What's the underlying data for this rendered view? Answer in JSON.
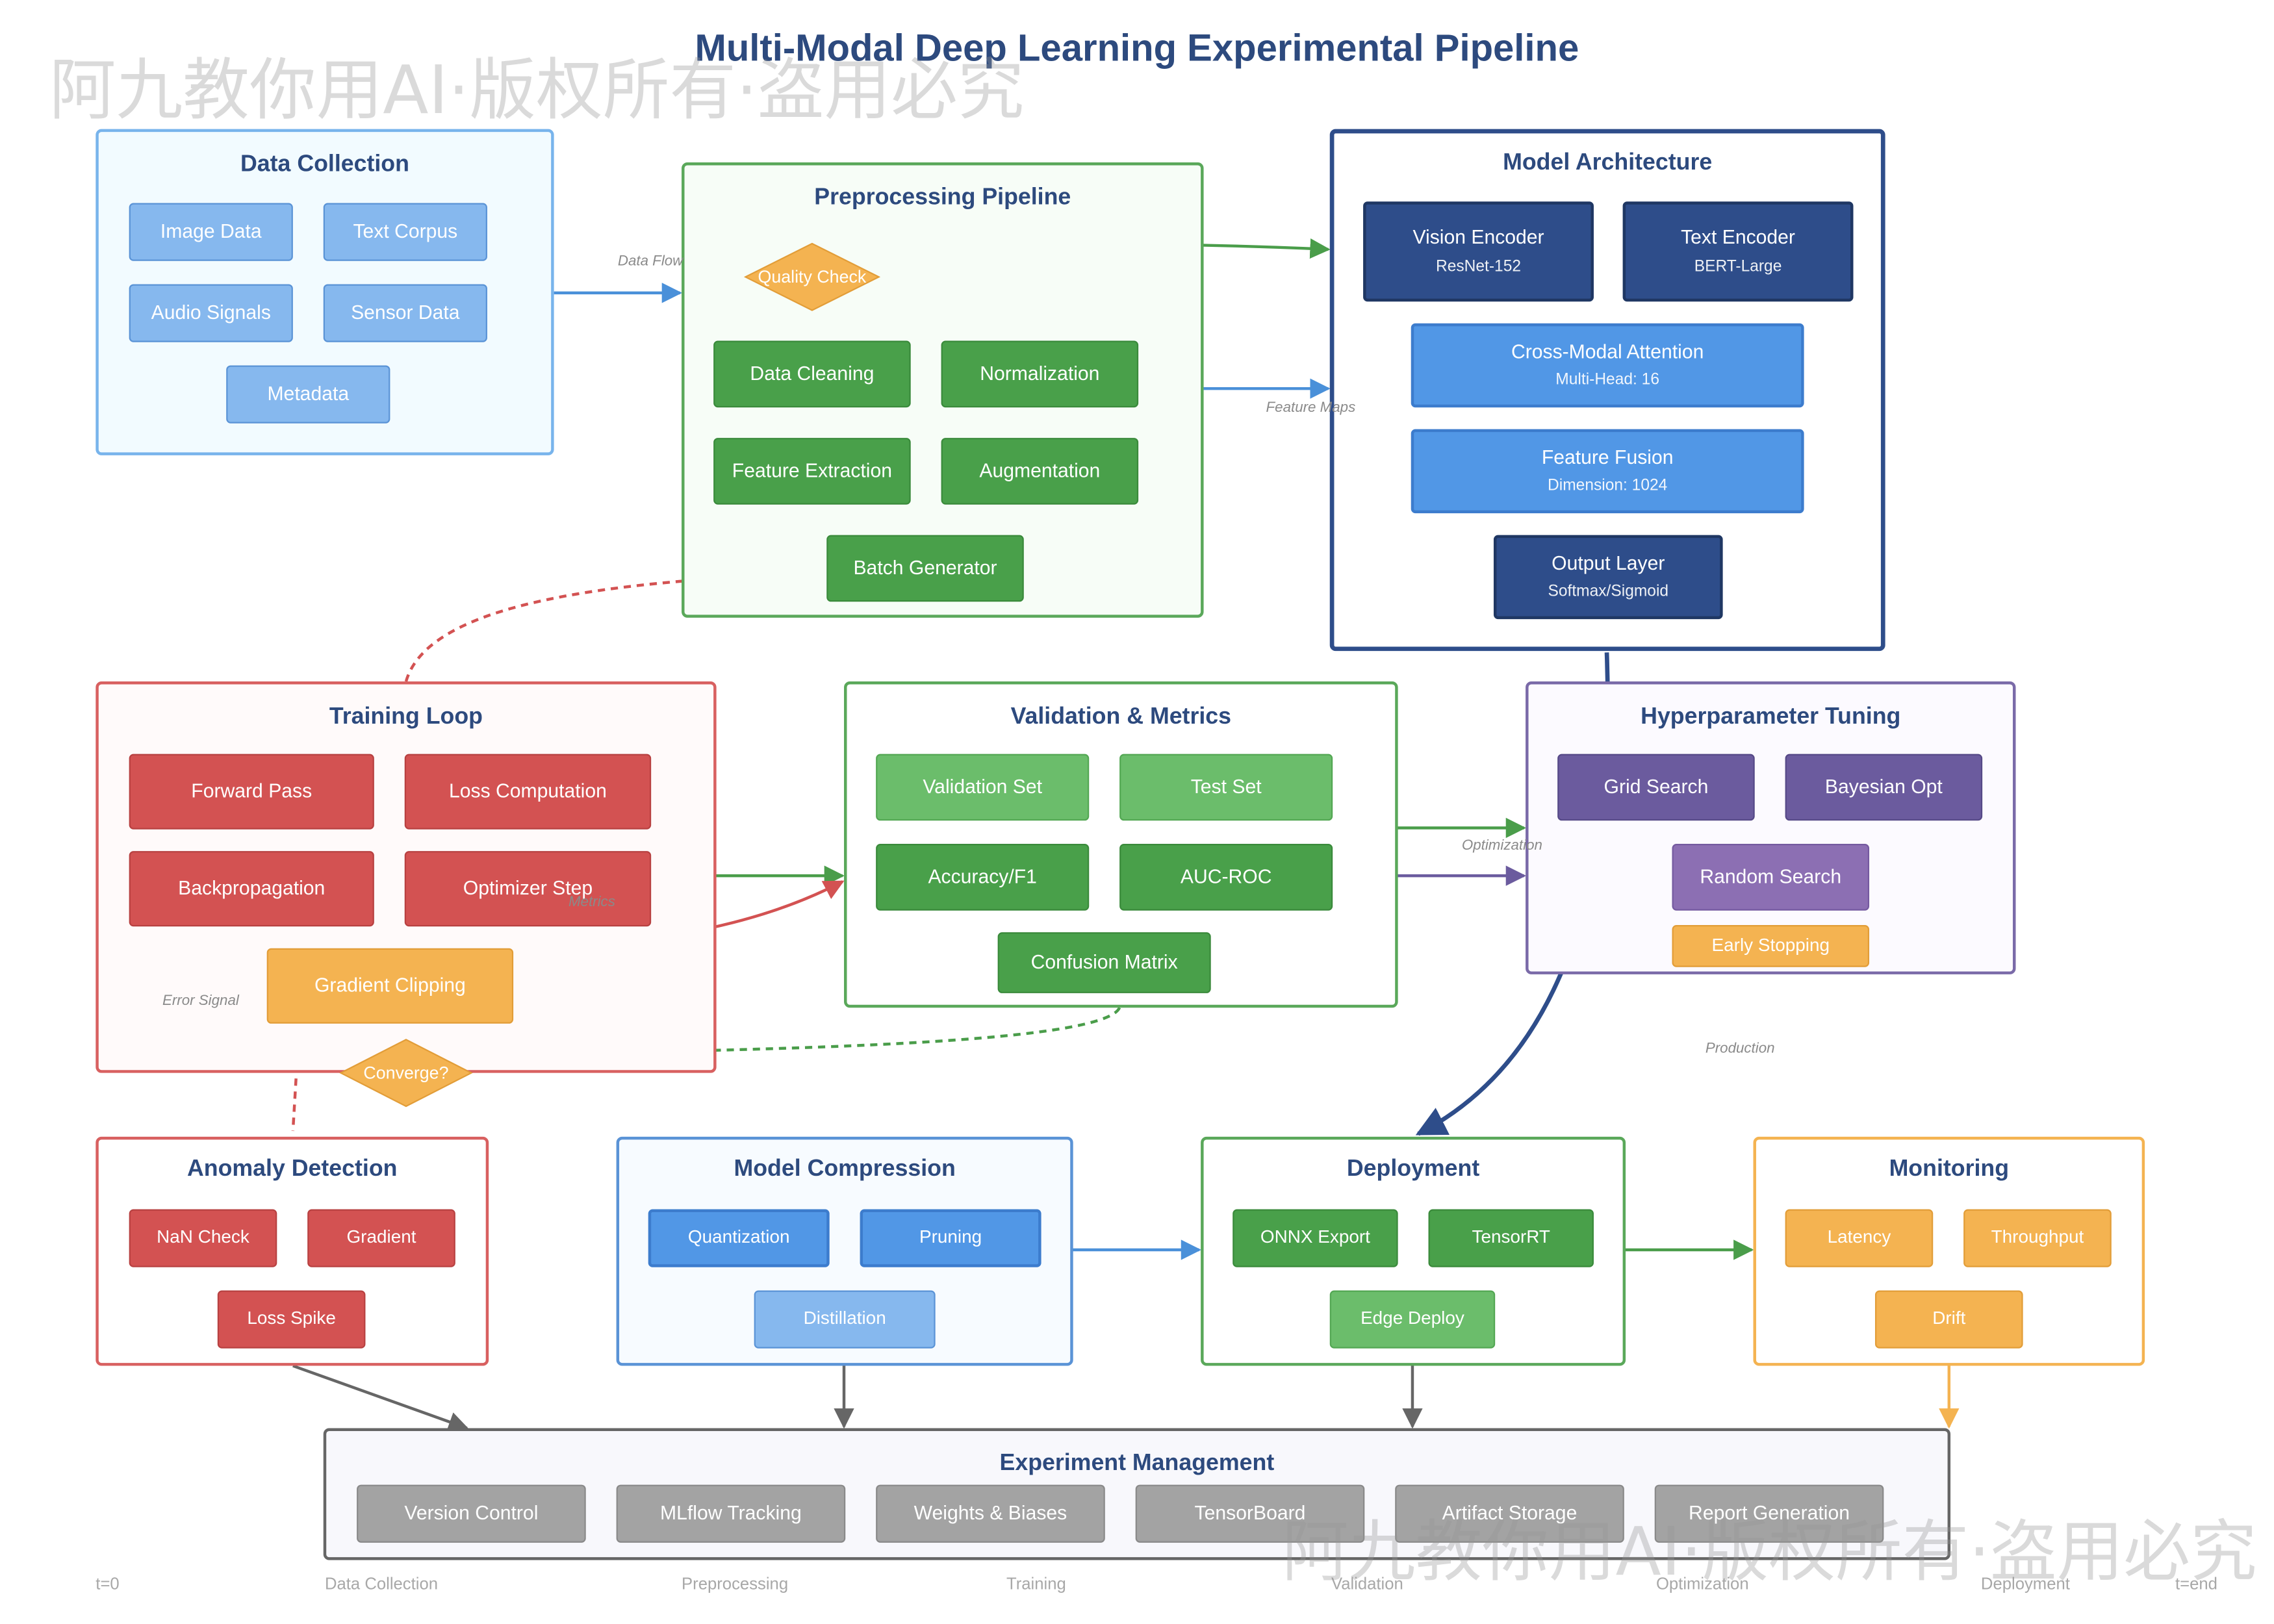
{
  "title": "Multi-Modal Deep Learning Experimental Pipeline",
  "watermark": "阿九教你用AI·版权所有·盗用必究",
  "colors": {
    "title": "#2d4a7e",
    "data_flow": "#4a90d9",
    "success_flow": "#4a9d4a",
    "error_flow": "#d35252",
    "production_flow": "#2e4d8a",
    "mgmt_flow": "#666666"
  },
  "panels": {
    "data_collection": {
      "title": "Data Collection",
      "items": [
        "Image Data",
        "Text Corpus",
        "Audio Signals",
        "Sensor Data",
        "Metadata"
      ]
    },
    "preprocessing": {
      "title": "Preprocessing Pipeline",
      "decision": "Quality Check",
      "items": [
        "Data Cleaning",
        "Normalization",
        "Feature Extraction",
        "Augmentation",
        "Batch Generator"
      ]
    },
    "model_architecture": {
      "title": "Model Architecture",
      "modules": [
        {
          "label": "Vision Encoder",
          "detail": "ResNet-152"
        },
        {
          "label": "Text Encoder",
          "detail": "BERT-Large"
        },
        {
          "label": "Cross-Modal Attention",
          "detail": "Multi-Head: 16"
        },
        {
          "label": "Feature Fusion",
          "detail": "Dimension: 1024"
        },
        {
          "label": "Output Layer",
          "detail": "Softmax/Sigmoid"
        }
      ]
    },
    "training_loop": {
      "title": "Training Loop",
      "items": [
        "Forward Pass",
        "Loss Computation",
        "Backpropagation",
        "Optimizer Step",
        "Gradient Clipping"
      ],
      "decision": "Converge?"
    },
    "validation": {
      "title": "Validation & Metrics",
      "items": [
        "Validation Set",
        "Test Set",
        "Accuracy/F1",
        "AUC-ROC",
        "Confusion Matrix"
      ]
    },
    "hyperparameter": {
      "title": "Hyperparameter Tuning",
      "items": [
        "Grid Search",
        "Bayesian Opt",
        "Random Search",
        "Early Stopping"
      ]
    },
    "anomaly": {
      "title": "Anomaly Detection",
      "items": [
        "NaN Check",
        "Gradient",
        "Loss Spike"
      ]
    },
    "compression": {
      "title": "Model Compression",
      "items": [
        "Quantization",
        "Pruning",
        "Distillation"
      ]
    },
    "deployment": {
      "title": "Deployment",
      "items": [
        "ONNX Export",
        "TensorRT",
        "Edge Deploy"
      ]
    },
    "monitoring": {
      "title": "Monitoring",
      "items": [
        "Latency",
        "Throughput",
        "Drift"
      ]
    },
    "experiment_management": {
      "title": "Experiment Management",
      "items": [
        "Version Control",
        "MLflow Tracking",
        "Weights & Biases",
        "TensorBoard",
        "Artifact Storage",
        "Report Generation"
      ]
    }
  },
  "edge_labels": {
    "data_flow": "Data Flow",
    "feature_maps": "Feature Maps",
    "metrics": "Metrics",
    "optimization": "Optimization",
    "error_signal": "Error Signal",
    "production": "Production"
  },
  "timeline": [
    "t=0",
    "Data Collection",
    "Preprocessing",
    "Training",
    "Validation",
    "Optimization",
    "Deployment",
    "t=end"
  ]
}
